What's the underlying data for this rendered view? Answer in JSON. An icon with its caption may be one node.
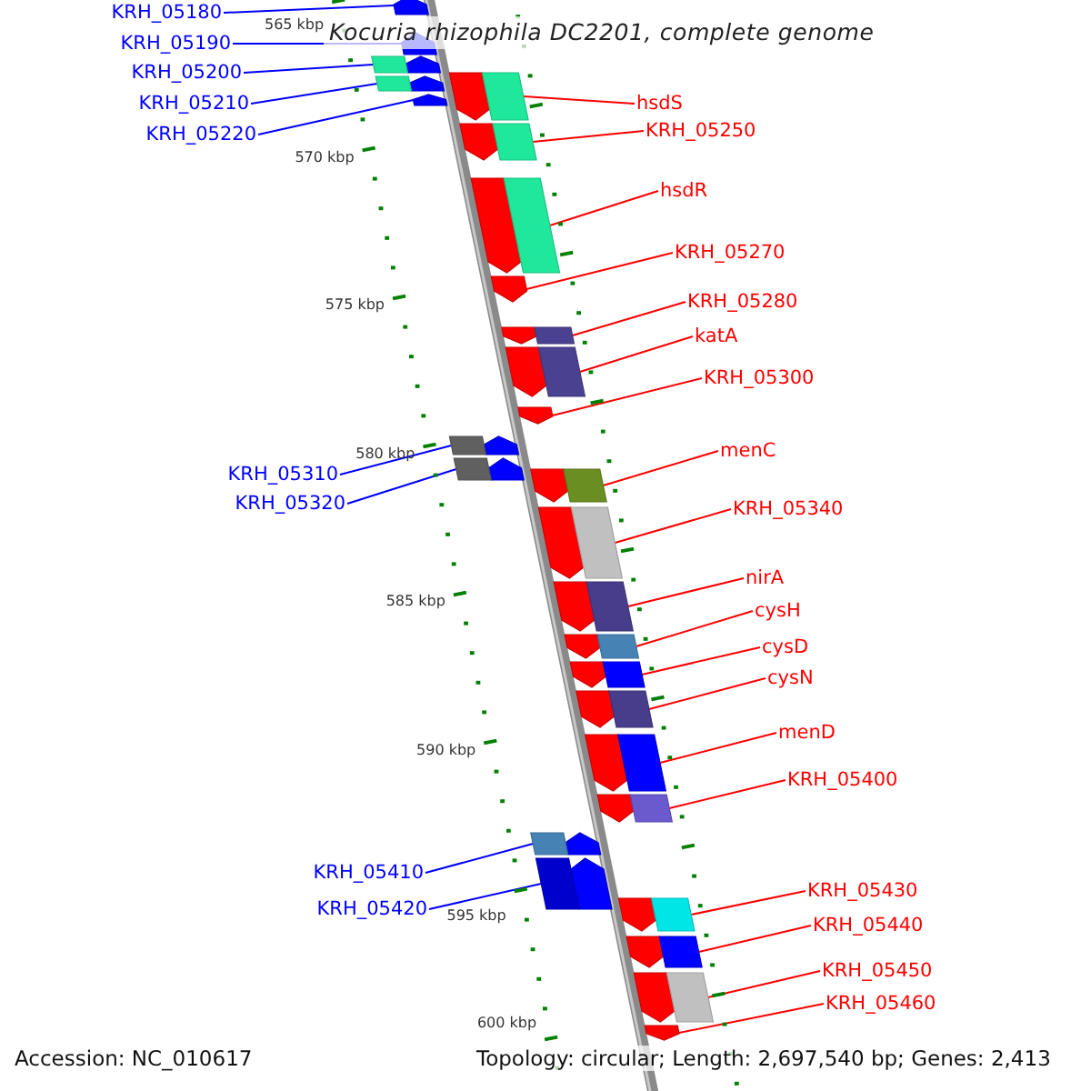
{
  "diagram": {
    "title": "Kocuria rhizophila DC2201, complete genome",
    "nodes": [
      {
        "text": [
          "KRH_05180"
        ]
      },
      {
        "text": [],
        "shape": "arrow"
      },
      {
        "text": [
          "KRH_05190"
        ]
      },
      {
        "text": [],
        "shape": "arrow"
      },
      {
        "text": [
          "KRH_05200"
        ]
      },
      {
        "text": [],
        "shape": "arrow"
      },
      {
        "text": [
          "KRH_05210"
        ]
      },
      {
        "text": [],
        "shape": "arrow"
      },
      {
        "text": [
          "KRH_05220"
        ]
      },
      {
        "text": [],
        "shape": "arrow"
      },
      {
        "text": [
          "hsdS"
        ]
      },
      {
        "text": [],
        "shape": "arrow"
      },
      {
        "text": [
          "KRH_05250"
        ]
      },
      {
        "text": [],
        "shape": "arrow"
      },
      {
        "text": [
          "hsdR"
        ]
      },
      {
        "text": [],
        "shape": "arrow"
      },
      {
        "text": [
          "KRH_05270"
        ]
      },
      {
        "text": [],
        "shape": "arrow"
      },
      {
        "text": [
          "KRH_05280"
        ]
      },
      {
        "text": [],
        "shape": "arrow"
      },
      {
        "text": [
          "katA"
        ]
      },
      {
        "text": [],
        "shape": "arrow"
      },
      {
        "text": [
          "KRH_05300"
        ]
      },
      {
        "text": [],
        "shape": "arrow"
      },
      {
        "text": [
          "KRH_05310"
        ]
      },
      {
        "text": [],
        "shape": "arrow"
      },
      {
        "text": [
          "KRH_05320"
        ]
      },
      {
        "text": [],
        "shape": "arrow"
      },
      {
        "text": [
          "menC"
        ]
      },
      {
        "text": [],
        "shape": "arrow"
      },
      {
        "text": [
          "KRH_05340"
        ]
      },
      {
        "text": [],
        "shape": "arrow"
      },
      {
        "text": [
          "nirA"
        ]
      },
      {
        "text": [],
        "shape": "arrow"
      },
      {
        "text": [
          "cysH"
        ]
      },
      {
        "text": [],
        "shape": "arrow"
      },
      {
        "text": [
          "cysD"
        ]
      },
      {
        "text": [],
        "shape": "arrow"
      },
      {
        "text": [
          "cysN"
        ]
      },
      {
        "text": [],
        "shape": "arrow"
      },
      {
        "text": [
          "menD"
        ]
      },
      {
        "text": [],
        "shape": "arrow"
      },
      {
        "text": [
          "KRH_05400"
        ]
      },
      {
        "text": [],
        "shape": "arrow"
      },
      {
        "text": [
          "KRH_05410"
        ]
      },
      {
        "text": [],
        "shape": "arrow"
      },
      {
        "text": [
          "KRH_05420"
        ]
      },
      {
        "text": [],
        "shape": "arrow"
      },
      {
        "text": [
          "KRH_05430"
        ]
      },
      {
        "text": [],
        "shape": "arrow"
      },
      {
        "text": [
          "KRH_05440"
        ]
      },
      {
        "text": [],
        "shape": "arrow"
      },
      {
        "text": [
          "KRH_05450"
        ]
      },
      {
        "text": [],
        "shape": "arrow"
      },
      {
        "text": [
          "KRH_05460"
        ]
      },
      {
        "text": [],
        "shape": "arrow"
      }
    ],
    "edges": [
      {
        "from": 0,
        "to": 1,
        "arrow": "none",
        "color": "#0000ff"
      },
      {
        "from": 2,
        "to": 3,
        "arrow": "none",
        "color": "#0000ff"
      },
      {
        "from": 4,
        "to": 5,
        "arrow": "none",
        "color": "#0000ff"
      },
      {
        "from": 6,
        "to": 7,
        "arrow": "none",
        "color": "#0000ff"
      },
      {
        "from": 8,
        "to": 9,
        "arrow": "none",
        "color": "#0000ff"
      },
      {
        "from": 10,
        "to": 11,
        "arrow": "none"
      },
      {
        "from": 12,
        "to": 13,
        "arrow": "none"
      },
      {
        "from": 14,
        "to": 15,
        "arrow": "none"
      },
      {
        "from": 16,
        "to": 17,
        "arrow": "none"
      },
      {
        "from": 18,
        "to": 19,
        "arrow": "none"
      },
      {
        "from": 20,
        "to": 21,
        "arrow": "none"
      },
      {
        "from": 22,
        "to": 23,
        "arrow": "none"
      },
      {
        "from": 24,
        "to": 25,
        "arrow": "none",
        "color": "#0000ff"
      },
      {
        "from": 26,
        "to": 27,
        "arrow": "none",
        "color": "#0000ff"
      },
      {
        "from": 28,
        "to": 29,
        "arrow": "none"
      },
      {
        "from": 30,
        "to": 31,
        "arrow": "none"
      },
      {
        "from": 32,
        "to": 33,
        "arrow": "none"
      },
      {
        "from": 34,
        "to": 35,
        "arrow": "none"
      },
      {
        "from": 36,
        "to": 37,
        "arrow": "none"
      },
      {
        "from": 38,
        "to": 39,
        "arrow": "none"
      },
      {
        "from": 40,
        "to": 41,
        "arrow": "none"
      },
      {
        "from": 42,
        "to": 43,
        "arrow": "none"
      },
      {
        "from": 44,
        "to": 45,
        "arrow": "none",
        "color": "#0000ff"
      },
      {
        "from": 46,
        "to": 47,
        "arrow": "none",
        "color": "#0000ff"
      },
      {
        "from": 48,
        "to": 49,
        "arrow": "none"
      },
      {
        "from": 50,
        "to": 51,
        "arrow": "none"
      },
      {
        "from": 52,
        "to": 53,
        "arrow": "none"
      },
      {
        "from": 54,
        "to": 55,
        "arrow": "none"
      }
    ],
    "labels": [
      "Accession: NC_010617",
      "Topology: circular; Length: 2,697,540 bp; Genes: 2,413",
      "565 kbp",
      "570 kbp",
      "575 kbp",
      "580 kbp",
      "585 kbp",
      "590 kbp",
      "595 kbp",
      "600 kbp"
    ]
  }
}
